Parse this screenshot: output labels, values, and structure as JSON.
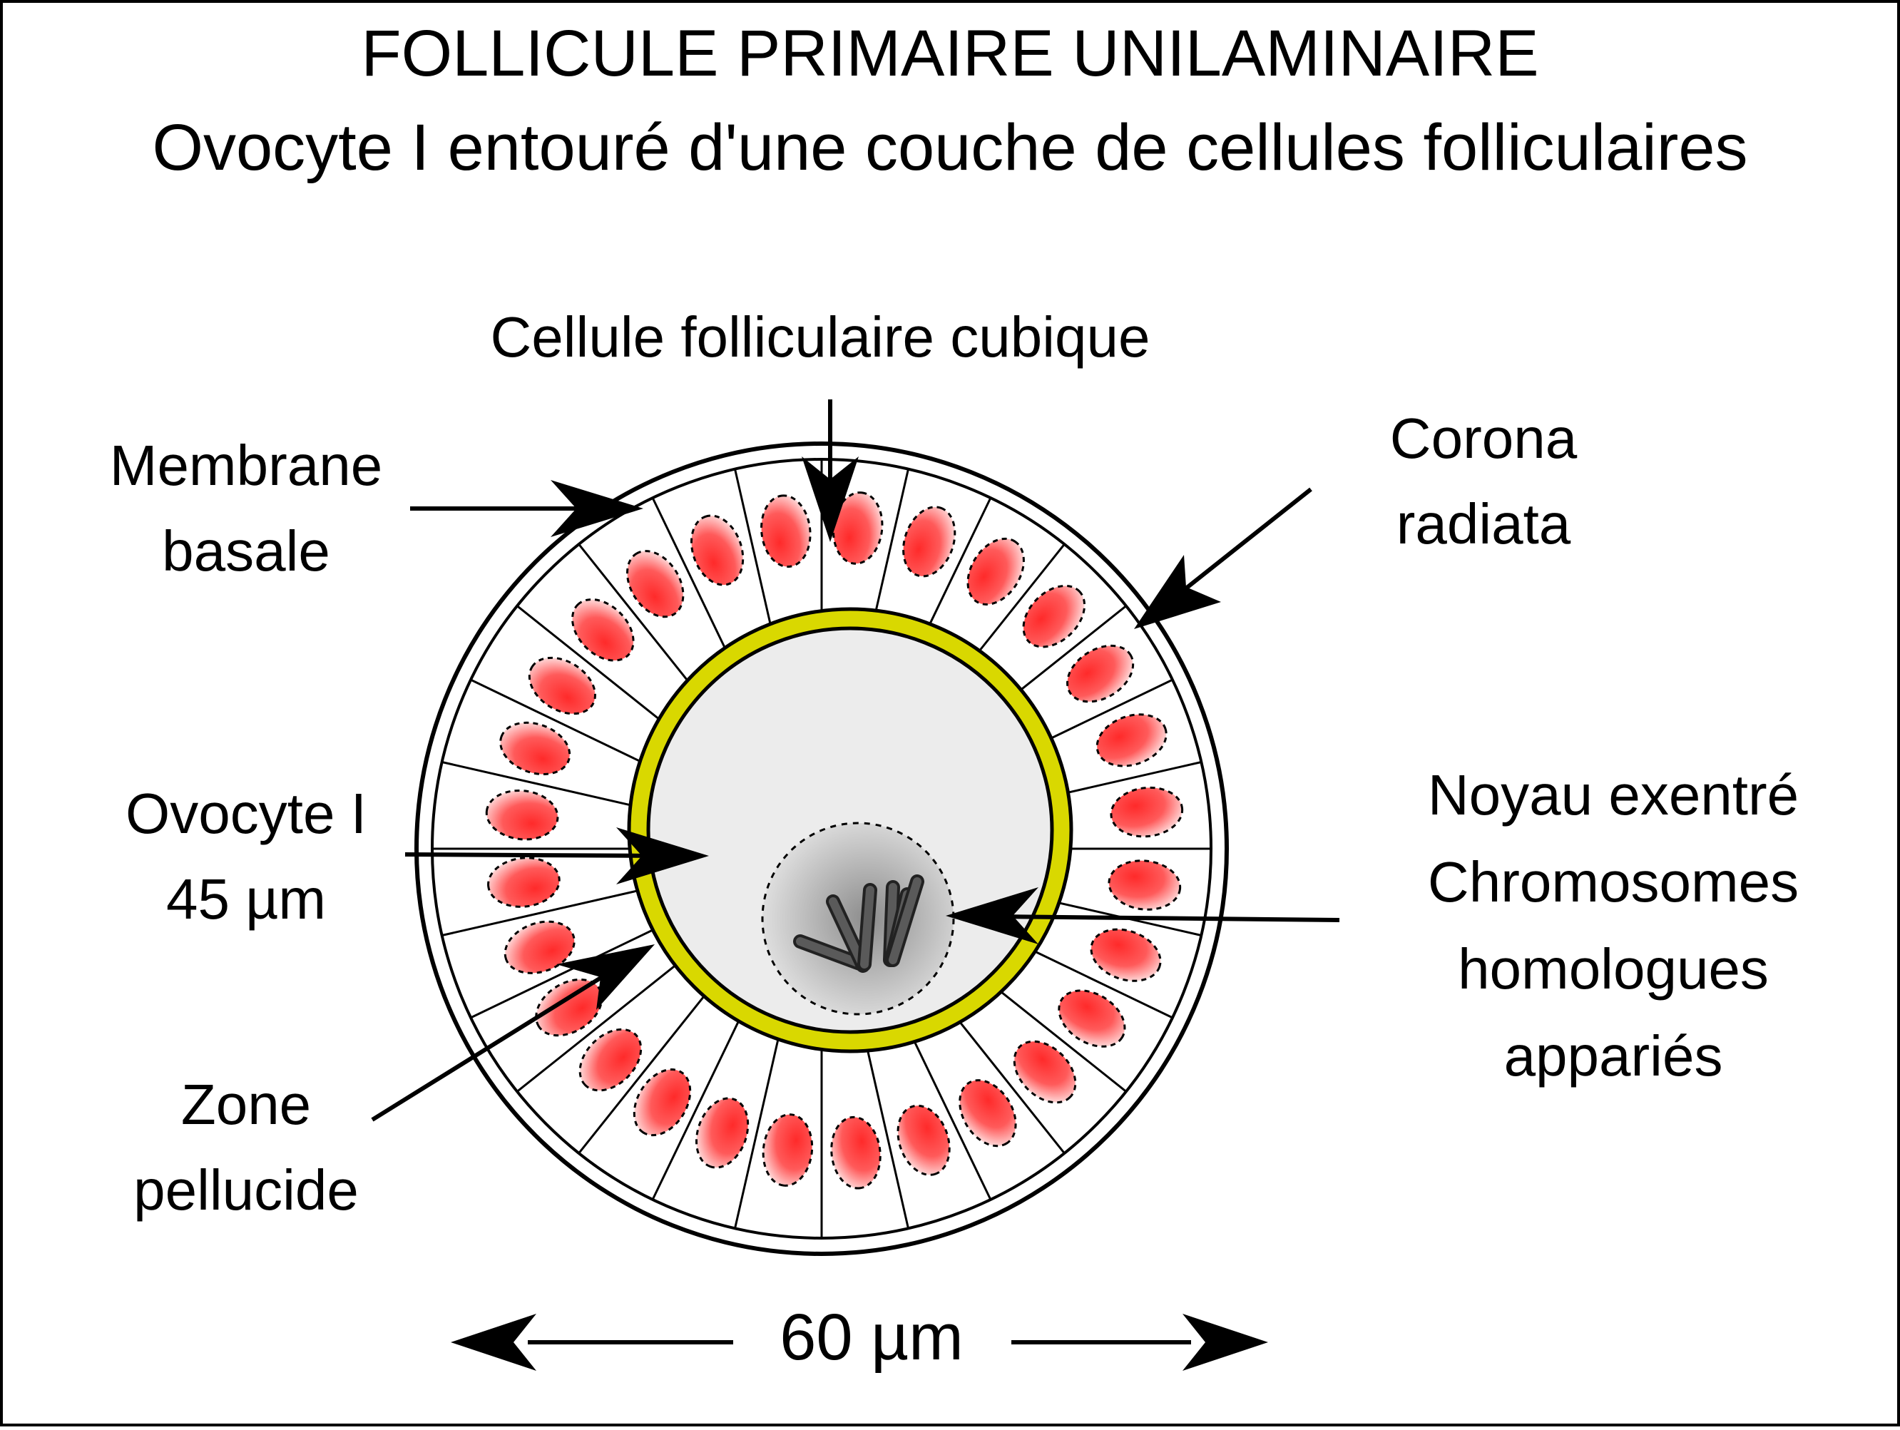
{
  "title": "FOLLICULE PRIMAIRE UNILAMINAIRE",
  "subtitle": "Ovocyte I entouré d'une couche de cellules folliculaires",
  "labels": {
    "follicular_cell": "Cellule folliculaire cubique",
    "basal_membrane": [
      "Membrane",
      "basale"
    ],
    "corona_radiata": [
      "Corona",
      "radiata"
    ],
    "oocyte": [
      "Ovocyte I",
      "45 µm"
    ],
    "nucleus": [
      "Noyau exentré",
      "Chromosomes",
      "homologues",
      "appariés"
    ],
    "zona_pellucida": [
      "Zone",
      "pellucide"
    ],
    "scale": "60 µm"
  },
  "colors": {
    "zona_pellucida": "#d9d800",
    "oocyte_cytoplasm": "#ececec",
    "cell_nucleus": "#ff3b3b",
    "chromatin": "#4a4a4a",
    "outline": "#000000",
    "background": "#ffffff"
  },
  "icons": {
    "arrow": "arrow-icon",
    "scale_arrow": "double-arrow-icon"
  }
}
